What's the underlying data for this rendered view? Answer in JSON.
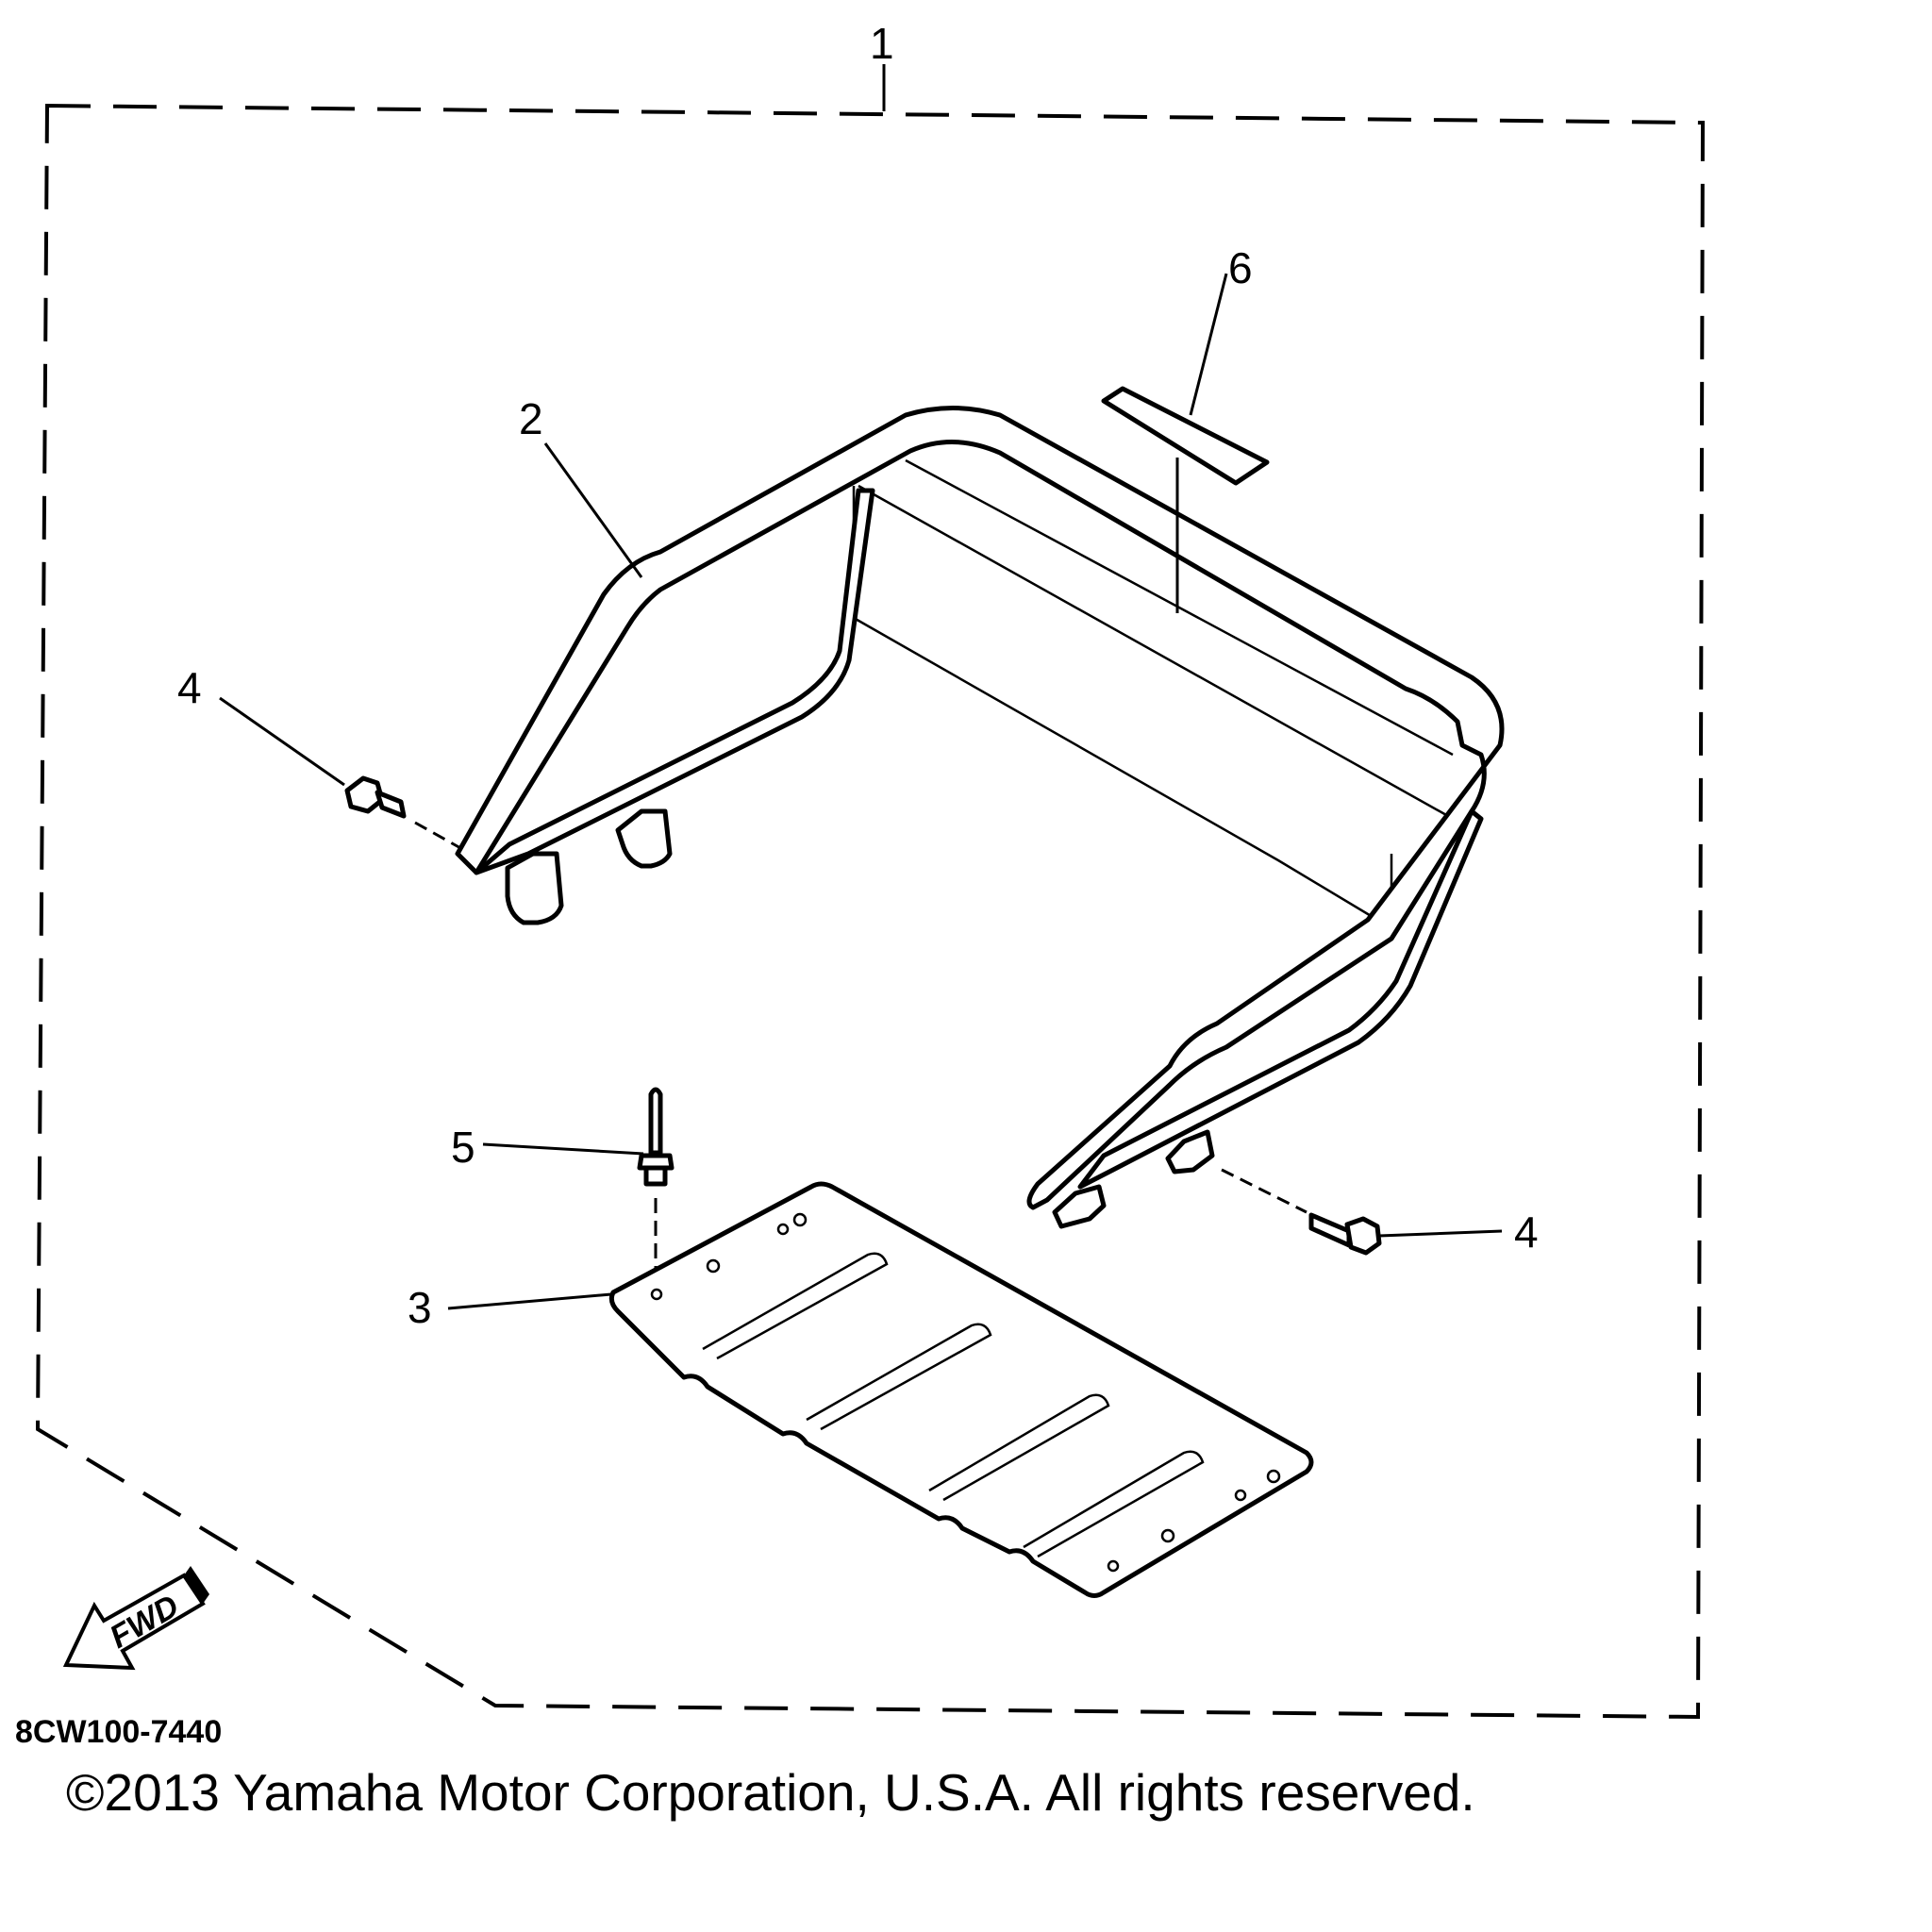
{
  "diagram": {
    "callouts": [
      "1",
      "2",
      "3",
      "4",
      "4",
      "5",
      "6"
    ],
    "fwd_label": "FWD",
    "drawing_code": "8CW100-7440"
  },
  "footer": {
    "copyright": "©2013 Yamaha Motor Corporation, U.S.A. All rights reserved."
  }
}
